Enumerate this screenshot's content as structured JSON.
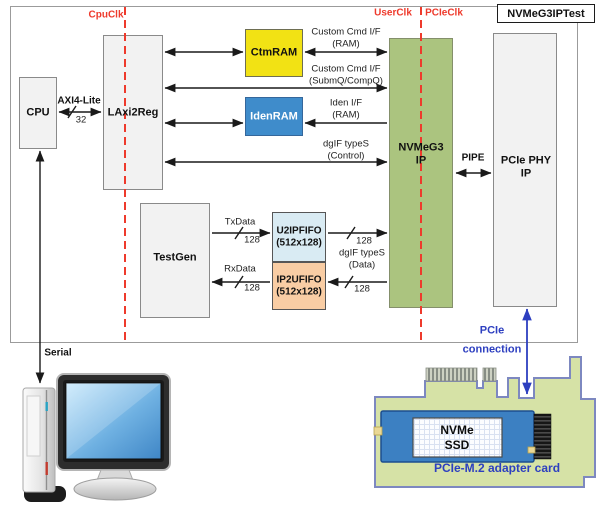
{
  "diagram": {
    "title": "NVMeG3IPTest",
    "clock_labels": {
      "cpu_clk": "CpuClk",
      "user_clk": "UserClk",
      "pcie_clk": "PCIeClk"
    },
    "blocks": {
      "cpu": {
        "label": "CPU"
      },
      "laxi2reg": {
        "label": "LAxi2Reg"
      },
      "ctmram": {
        "label": "CtmRAM",
        "color": "#f2e214"
      },
      "idenram": {
        "label": "IdenRAM",
        "color": "#3f8ccb"
      },
      "nvmeg3_ip": {
        "lines": [
          "NVMeG3",
          "IP"
        ],
        "color": "#abc47f"
      },
      "pcie_phy_ip": {
        "lines": [
          "PCIe PHY",
          "IP"
        ]
      },
      "testgen": {
        "label": "TestGen"
      },
      "u2ipfifo": {
        "lines": [
          "U2IPFIFO",
          "(512x128)"
        ],
        "color": "#d9ebf3"
      },
      "ip2ufifo": {
        "lines": [
          "IP2UFIFO",
          "(512x128)"
        ],
        "color": "#f9cda4"
      }
    },
    "connections": {
      "axi4_lite": {
        "label": "AXI4-Lite",
        "bus_width": "32"
      },
      "custom_cmd_ram": {
        "lines": [
          "Custom Cmd I/F",
          "(RAM)"
        ]
      },
      "custom_cmd_q": {
        "lines": [
          "Custom Cmd I/F",
          "(SubmQ/CompQ)"
        ]
      },
      "iden_if": {
        "lines": [
          "Iden I/F",
          "(RAM)"
        ]
      },
      "dgif_control": {
        "lines": [
          "dgIF typeS",
          "(Control)"
        ]
      },
      "dgif_data": {
        "lines": [
          "dgIF typeS",
          "(Data)"
        ]
      },
      "txdata": {
        "label": "TxData",
        "bus_width": "128"
      },
      "rxdata": {
        "label": "RxData",
        "bus_width": "128"
      },
      "fifo_bus_width": "128",
      "pipe": "PIPE",
      "serial": "Serial",
      "pcie_connection": {
        "lines": [
          "PCIe",
          "connection"
        ]
      }
    },
    "peripherals": {
      "ssd": {
        "lines": [
          "NVMe",
          "SSD"
        ]
      },
      "adapter_caption": "PCIe-M.2 adapter card"
    },
    "icons": {
      "host_pc": "desktop-computer-icon",
      "adapter_card": "pcie-m2-adapter-card-icon"
    },
    "colors": {
      "red_accent": "#ee3a2c",
      "blue_accent": "#2d3fc0",
      "card_green": "#d6e2a6",
      "ssd_blue": "#3c80c2",
      "ctmram_yellow": "#f2e214",
      "idenram_blue": "#3f8ccb",
      "nvmeg3_green": "#abc47f"
    }
  }
}
